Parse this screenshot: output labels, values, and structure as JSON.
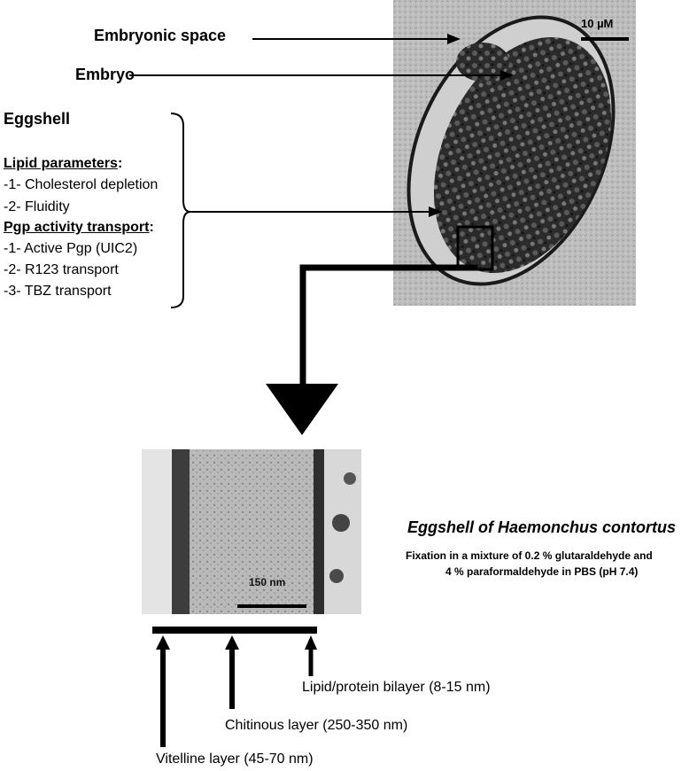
{
  "top_labels": {
    "embryonic_space": "Embryonic space",
    "embryo": "Embryo"
  },
  "scale_top": "10 µM",
  "eggshell_block": {
    "title": "Eggshell",
    "lipid_header": "Lipid parameters",
    "lipid_items": [
      "-1- Cholesterol depletion",
      "-2- Fluidity"
    ],
    "pgp_header": "Pgp activity transport",
    "pgp_items": [
      "-1- Active Pgp (UIC2)",
      "-2- R123 transport",
      "-3- TBZ transport"
    ]
  },
  "caption": {
    "title": "Eggshell of Haemonchus contortus",
    "line1": "Fixation in a mixture of 0.2 % glutaraldehyde and",
    "line2": "4 % paraformaldehyde in PBS (pH 7.4)"
  },
  "scale_bottom": "150 nm",
  "layers": {
    "lipid": "Lipid/protein bilayer (8-15 nm)",
    "chitinous": "Chitinous layer (250-350 nm)",
    "vitelline": "Vitelline layer (45-70 nm)"
  }
}
